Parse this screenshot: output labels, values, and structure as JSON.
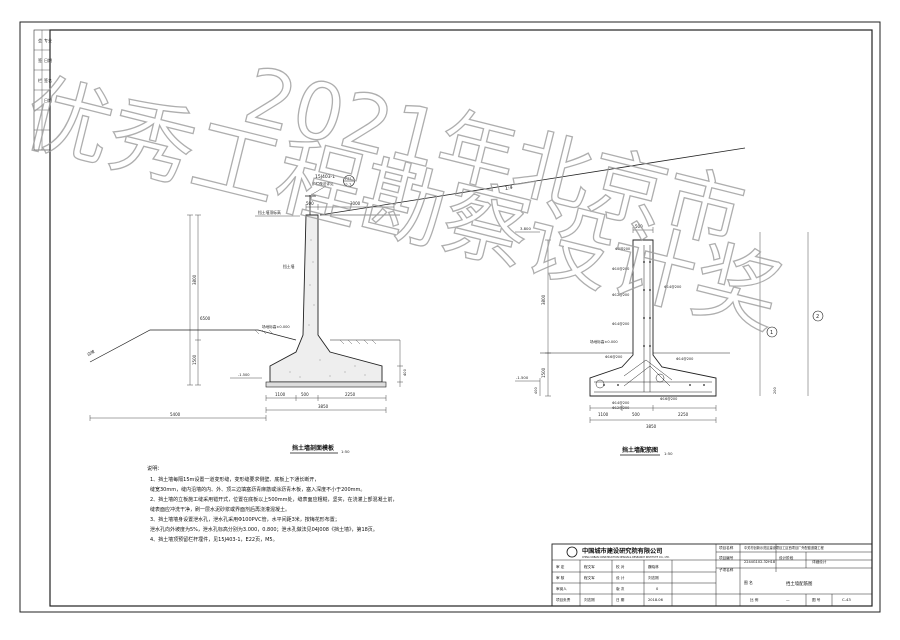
{
  "watermark": {
    "line1": "2021年北京市",
    "line2": "优秀工程勘察设计奖"
  },
  "left_strip": {
    "labels": [
      "会",
      "签",
      "栏",
      "专业",
      "日期",
      "签名",
      "日期"
    ]
  },
  "section_left": {
    "ref_code": "15J403-1",
    "ref_sub": "护栏做法详见",
    "ref_circle_top": "P31",
    "ref_circle_bottom": "2-7",
    "top_note": "挡土墙顶标高",
    "slope": "1:4",
    "wall_label": "挡土墙",
    "level_ground": "场地标高±0.000",
    "level_bottom": "-1.500",
    "slope_left": "边坡",
    "dims": {
      "top_width": "500",
      "heel_top": "3000",
      "height_upper": "3800",
      "total_height": "6500",
      "lower_height": "1500",
      "base_left": "1100",
      "base_mid": "500",
      "base_right": "2250",
      "base_total": "3850",
      "ext_left": "5400",
      "base_thick": "400",
      "base_h2": "200"
    },
    "title": "挡土墙剖面模板",
    "scale": "1:50"
  },
  "section_right": {
    "level_top": "3.800",
    "level_bottom": "-1.500",
    "level_ground": "场地标高±0.000",
    "dims": {
      "top_width": "500",
      "height_upper": "3800",
      "lower_height": "1500",
      "base_left": "1100",
      "base_mid": "500",
      "base_right": "2250",
      "base_total": "3850",
      "base_thick": "400",
      "h200": "200"
    },
    "rebar": [
      "Φ8@200",
      "Φ10@200",
      "Φ12@200",
      "Φ14@200",
      "Φ14@200",
      "Φ16@200",
      "Φ14@200",
      "Φ14@200",
      "Φ16@200",
      "Φ12@200"
    ],
    "circle_labels": [
      "1",
      "2"
    ],
    "title": "挡土墙配筋图",
    "scale": "1:50"
  },
  "notes": {
    "heading": "说明：",
    "items": [
      "1、挡土墙每隔15m设置一道变形缝，变形缝要求侧壁、底板上下通长断开，",
      "   缝宽30mm，缝内沿墙的内、外、顶三边填塞沥青麻筋或涂沥青木板，塞入深度不小于200mm。",
      "2、挡土墙的立板施工缝采用错开式，位置在底板以上500mm处，缝表面应粗糙，坚实，在浇灌上部混凝土前，",
      "   缝表面应冲洗干净，刷一层水泥砂浆或界面剂后再浇灌混凝土。",
      "3、挡土墙墙身设置泄水孔，泄水孔采用Φ100PVC管，水平间距3米，按梅花形布置；",
      "   泄水孔向外坡度为5%，泄水孔标高分别为3.000，0.800；泄水孔做法见04J008《挡土墙》，第18页。",
      "4、挡土墙顶预留栏杆埋件，见15J403-1，E22页，M5。"
    ]
  },
  "title_block": {
    "institute_cn": "中国城市建设研究院有限公司",
    "institute_en": "CHINA URBAN CONSTRUCTION DESIGN & RESEARCH INSTITUTE CO., LTD.",
    "project_name_label": "项目名称",
    "project_name": "中关村创新示范区建设项目工区西项目厂外配套道路工程",
    "project_no_label": "项目编号",
    "project_no": "2244G102-32H18",
    "design_stage_label": "设计阶段",
    "design_stage": "详细设计",
    "subitem_label": "子项名称",
    "drawing_title": "挡土墙配筋图",
    "rows": [
      {
        "role": "审 定",
        "name": "程文军",
        "role2": "校 对",
        "name2": "魏晓林"
      },
      {
        "role": "审 核",
        "name": "程文军",
        "role2": "设 计",
        "name2": "刘志刚"
      },
      {
        "role": "审阅人",
        "name": "",
        "role2": "版 次",
        "name2": "0"
      },
      {
        "role": "项目负责",
        "name": "刘志刚",
        "role2": "日 期",
        "name2": "2018.06"
      }
    ],
    "sheet_label": "比 例",
    "sheet_value": "—",
    "drawing_no_label": "图 号",
    "drawing_no": "C-43",
    "page_label": "图 名"
  }
}
